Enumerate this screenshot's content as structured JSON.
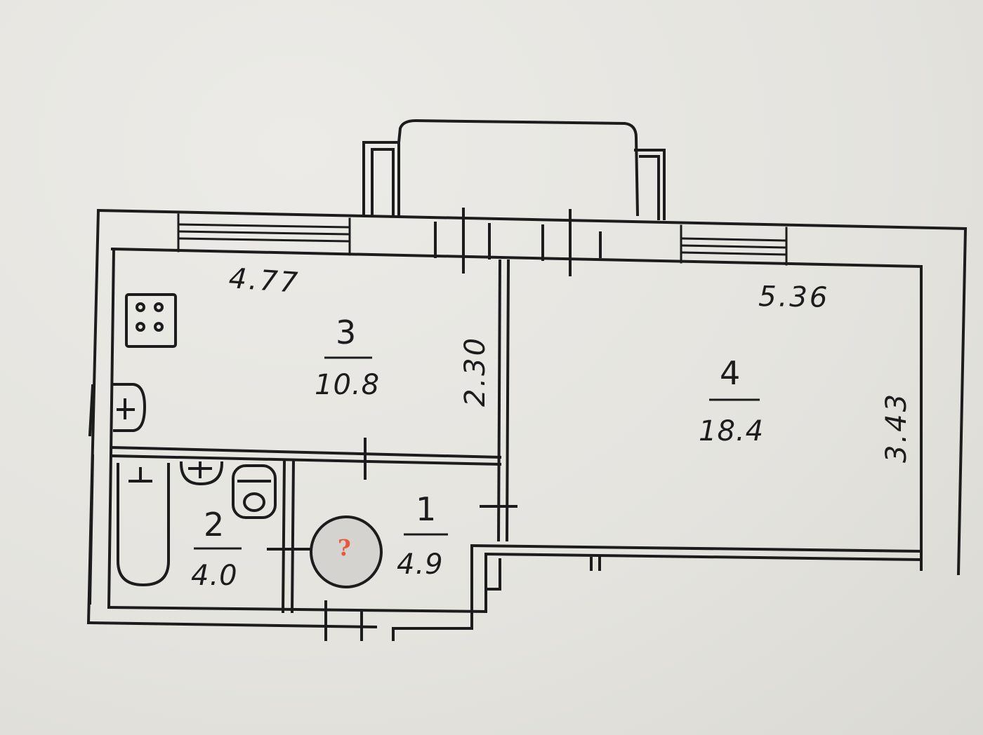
{
  "plan": {
    "rooms": [
      {
        "number": "1",
        "area": "4.9"
      },
      {
        "number": "2",
        "area": "4.0"
      },
      {
        "number": "3",
        "area": "10.8"
      },
      {
        "number": "4",
        "area": "18.4"
      }
    ],
    "dimensions": {
      "kitchen_width": "4.77",
      "kitchen_depth": "2.30",
      "room_width": "5.36",
      "room_depth": "3.43"
    },
    "marker": "?"
  },
  "colors": {
    "ink": "#1c1c1c",
    "paper": "#e7e6e2",
    "marker_fill": "#d4d3cf",
    "marker_text": "#e8573a"
  }
}
